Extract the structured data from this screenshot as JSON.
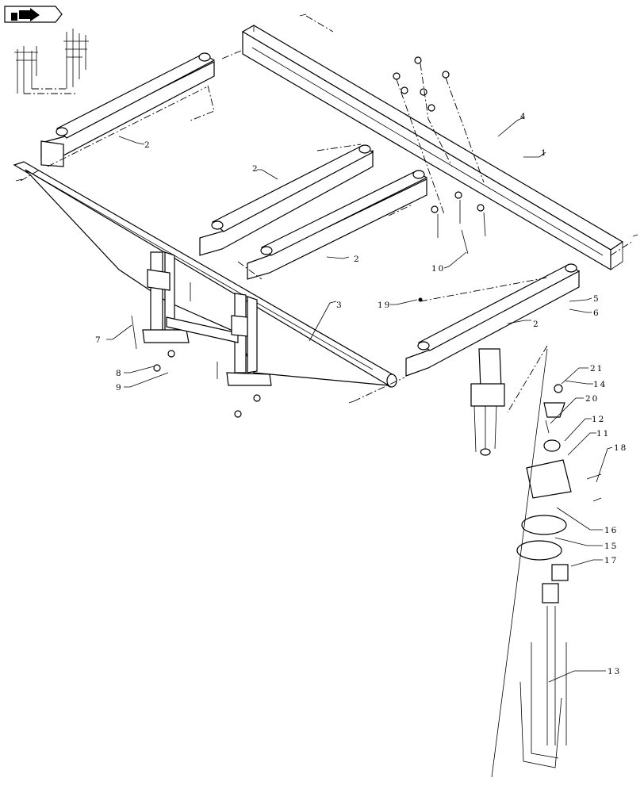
{
  "nav": {
    "icon": "back-arrow-icon"
  },
  "callouts": [
    {
      "id": "1",
      "label": "1"
    },
    {
      "id": "2a",
      "label": "2"
    },
    {
      "id": "2b",
      "label": "2"
    },
    {
      "id": "2c",
      "label": "2"
    },
    {
      "id": "2d",
      "label": "2"
    },
    {
      "id": "3",
      "label": "3"
    },
    {
      "id": "4",
      "label": "4"
    },
    {
      "id": "5",
      "label": "5"
    },
    {
      "id": "6",
      "label": "6"
    },
    {
      "id": "7",
      "label": "7"
    },
    {
      "id": "8",
      "label": "8"
    },
    {
      "id": "9",
      "label": "9"
    },
    {
      "id": "10",
      "label": "10"
    },
    {
      "id": "11",
      "label": "11"
    },
    {
      "id": "12",
      "label": "12"
    },
    {
      "id": "13",
      "label": "13"
    },
    {
      "id": "14",
      "label": "14"
    },
    {
      "id": "15",
      "label": "15"
    },
    {
      "id": "16",
      "label": "16"
    },
    {
      "id": "17",
      "label": "17"
    },
    {
      "id": "18",
      "label": "18"
    },
    {
      "id": "19",
      "label": "19"
    },
    {
      "id": "20",
      "label": "20"
    },
    {
      "id": "21",
      "label": "21"
    }
  ]
}
